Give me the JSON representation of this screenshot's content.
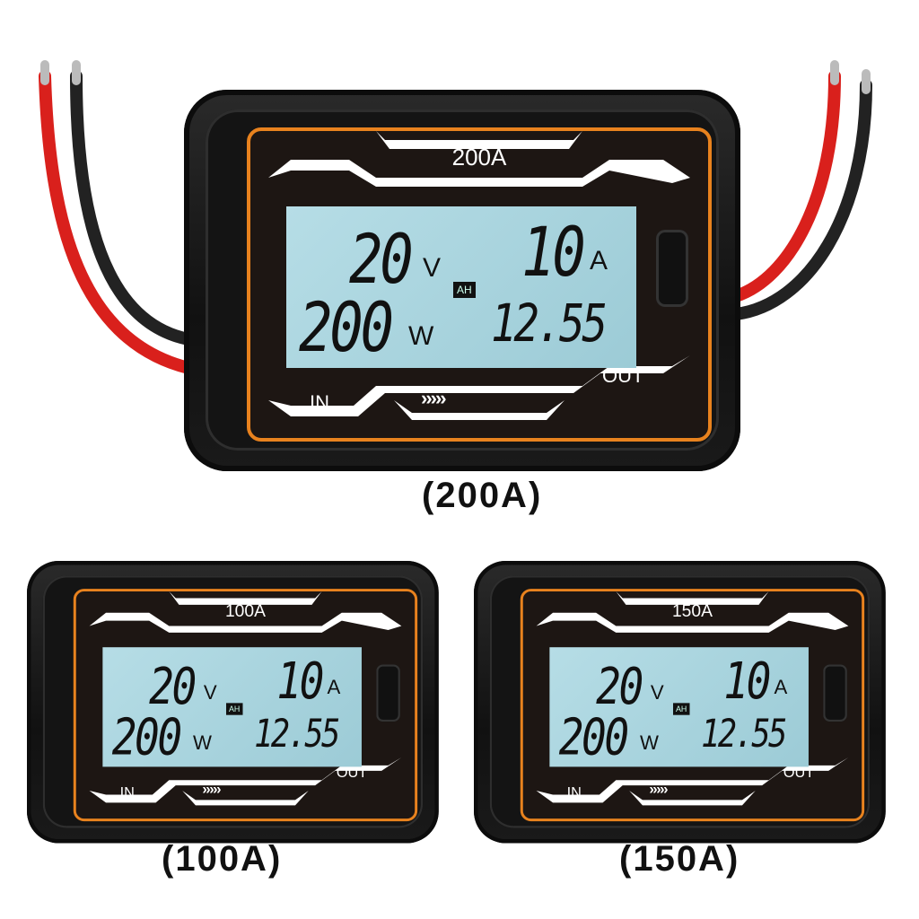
{
  "meters": [
    {
      "rating": "200A",
      "voltage": "20",
      "voltage_unit": "V",
      "current": "10",
      "current_unit": "A",
      "power": "200",
      "power_unit": "W",
      "ah_badge": "AH",
      "capacity": "12.55",
      "in_label": "IN",
      "out_label": "OUT",
      "arrows": "›››››",
      "caption": "(200A)"
    },
    {
      "rating": "100A",
      "voltage": "20",
      "voltage_unit": "V",
      "current": "10",
      "current_unit": "A",
      "power": "200",
      "power_unit": "W",
      "ah_badge": "AH",
      "capacity": "12.55",
      "in_label": "IN",
      "out_label": "OUT",
      "arrows": "›››››",
      "caption": "(100A)"
    },
    {
      "rating": "150A",
      "voltage": "20",
      "voltage_unit": "V",
      "current": "10",
      "current_unit": "A",
      "power": "200",
      "power_unit": "W",
      "ah_badge": "AH",
      "capacity": "12.55",
      "in_label": "IN",
      "out_label": "OUT",
      "arrows": "›››››",
      "caption": "(150A)"
    }
  ],
  "colors": {
    "frame": "#e8821e",
    "lcd": "#a9d3dc",
    "wire_red": "#d9201c",
    "wire_black": "#222222"
  }
}
